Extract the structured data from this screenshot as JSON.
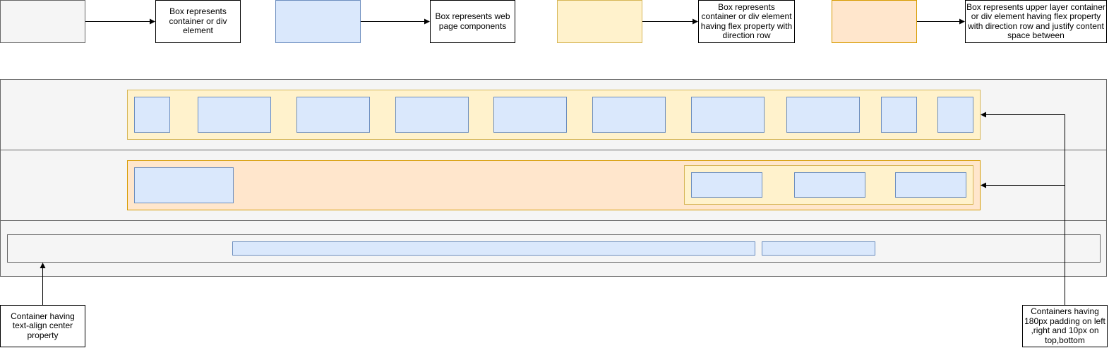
{
  "legend": {
    "container_desc": "Box represents container or div element",
    "component_desc": "Box represents web page components",
    "flex_row_desc": "Box represents container or div element having flex property with direction row",
    "flex_space_between_desc": "Box represents upper layer container or div element having flex property with direction row and justify content space between"
  },
  "notes": {
    "text_align_center": "Container having text-align center property",
    "padding": "Containers having 180px padding on left ,right and 10px on top,bottom"
  },
  "colors": {
    "container_fill": "#f5f5f5",
    "container_stroke": "#666666",
    "component_fill": "#dae8fc",
    "component_stroke": "#6c8ebf",
    "flex_row_fill": "#fff2cc",
    "flex_row_stroke": "#d6b656",
    "space_between_fill": "#ffe6cc",
    "space_between_stroke": "#d79b00"
  }
}
